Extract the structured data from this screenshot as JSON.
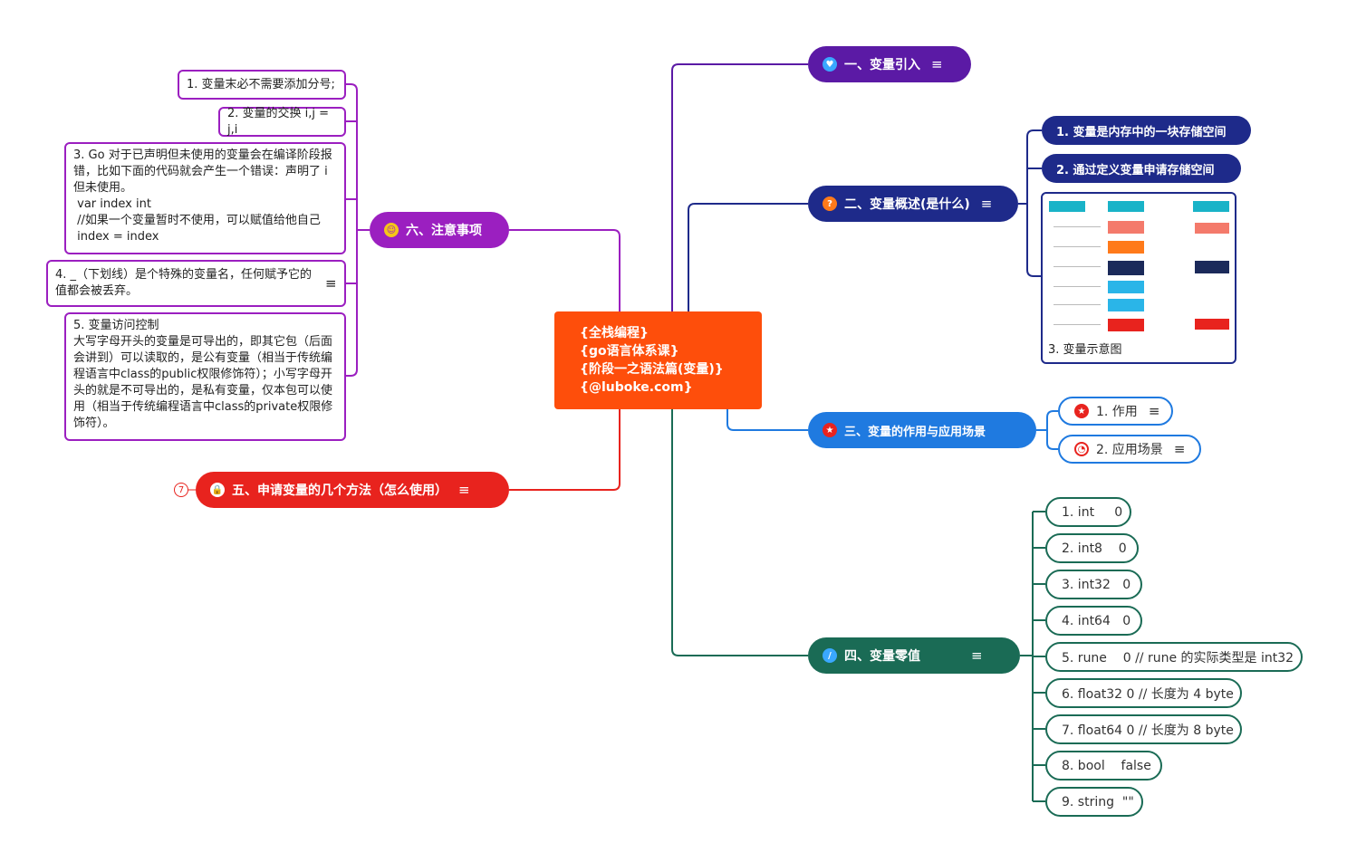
{
  "center": {
    "lines": [
      "{全栈编程}",
      "{go语言体系课}",
      "{阶段一之语法篇(变量)}",
      "{@luboke.com}"
    ]
  },
  "branches": {
    "b1": {
      "label": "一、变量引入",
      "icon": "heart-icon",
      "color": "#5b1aa5"
    },
    "b2": {
      "label": "二、变量概述(是什么)",
      "icon": "question-icon",
      "color": "#1e2a8a",
      "children": [
        "1. 变量是内存中的一块存储空间",
        "2. 通过定义变量申请存储空间"
      ],
      "image_caption": "3. 变量示意图"
    },
    "b3": {
      "label": "三、变量的作用与应用场景",
      "icon": "star-icon",
      "color": "#1f7ae0",
      "children": [
        "1. 作用",
        "2. 应用场景"
      ]
    },
    "b4": {
      "label": "四、变量零值",
      "icon": "pencil-icon",
      "color": "#1a6b55",
      "children": [
        "1. int     0",
        "2. int8    0",
        "3. int32   0",
        "4. int64   0",
        "5. rune    0 // rune 的实际类型是 int32",
        "6. float32 0 // 长度为 4 byte",
        "7. float64 0 // 长度为 8 byte",
        "8. bool    false",
        "9. string  \"\""
      ]
    },
    "b5": {
      "label": "五、申请变量的几个方法（怎么使用）",
      "icon": "lock-icon",
      "color": "#e8231e",
      "badge": "7"
    },
    "b6": {
      "label": "六、注意事项",
      "icon": "smiley-icon",
      "color": "#9b1fc0",
      "children": [
        [
          "1. 变量末必不需要添加分号;"
        ],
        [
          "2. 变量的交换 i,j = j,i"
        ],
        [
          "3. Go 对于已声明但未使用的变量会在编译阶段报错，比如下面的代码就会产生一个错误：声明了 i 但未使用。",
          " var index int",
          " //如果一个变量暂时不使用，可以赋值给他自己",
          " index = index"
        ],
        [
          "4. _（下划线）是个特殊的变量名，任何赋予它的值都会被丢弃。"
        ],
        [
          "5. 变量访问控制",
          "大写字母开头的变量是可导出的，即其它包（后面会讲到）可以读取的，是公有变量（相当于传统编程语言中class的public权限修饰符）；小写字母开头的就是不可导出的，是私有变量，仅本包可以使用（相当于传统编程语言中class的private权限修饰符）。"
        ]
      ]
    }
  },
  "memory_diagram": {
    "colors": {
      "teal": "#19b3c8",
      "salmon": "#f47a6b",
      "orange": "#ff7a1a",
      "navy": "#1b2a5a",
      "cyan": "#2ab5e8",
      "red": "#e8231e"
    }
  }
}
